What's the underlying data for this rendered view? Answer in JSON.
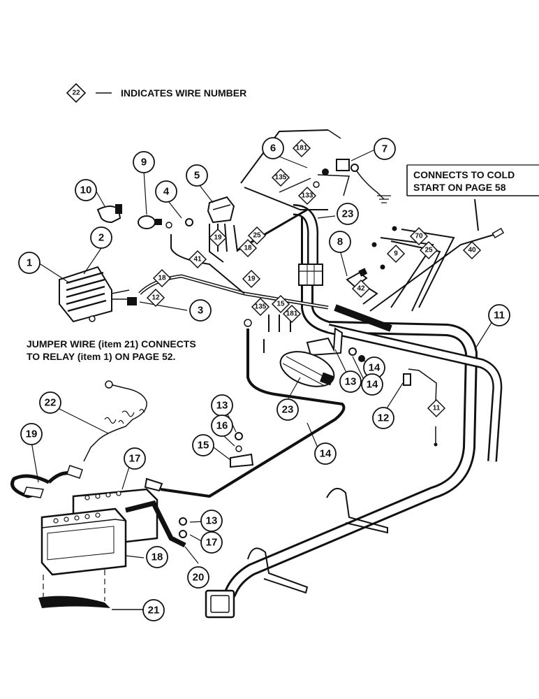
{
  "legend": {
    "symbol": "22",
    "text": "INDICATES WIRE NUMBER"
  },
  "notes": {
    "cold_start_line1": "CONNECTS TO COLD",
    "cold_start_line2": "START ON PAGE 58",
    "jumper_line1": "JUMPER WIRE (item 21) CONNECTS",
    "jumper_line2": "TO RELAY (item 1) ON PAGE 52."
  },
  "callouts": [
    "1",
    "2",
    "3",
    "4",
    "5",
    "6",
    "7",
    "8",
    "9",
    "10",
    "11",
    "12",
    "13",
    "14",
    "14",
    "13",
    "16",
    "15",
    "14",
    "13",
    "17",
    "17",
    "18",
    "19",
    "20",
    "21",
    "22",
    "23",
    "23"
  ],
  "wire_numbers": [
    "181",
    "135",
    "133",
    "25",
    "19",
    "18",
    "41",
    "18",
    "12",
    "19",
    "135",
    "15",
    "181",
    "42",
    "9",
    "70",
    "25",
    "40",
    "11"
  ]
}
